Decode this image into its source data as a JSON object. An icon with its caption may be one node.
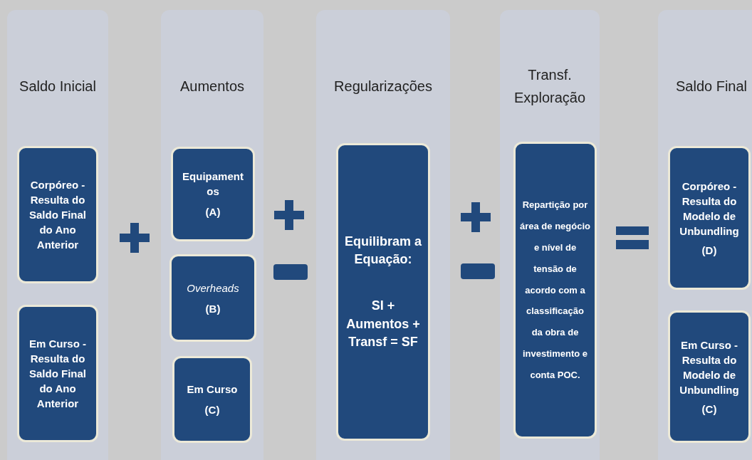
{
  "diagram": {
    "nodes": [
      {
        "text": [
          "Saldo Inicial"
        ]
      },
      {
        "text": [
          "Corpóreo - Resulta do Saldo Final do Ano Anterior"
        ],
        "in": 0
      },
      {
        "text": [
          "Em Curso - Resulta do Saldo Final do Ano Anterior"
        ],
        "in": 0
      },
      {
        "text": [
          "Aumentos"
        ]
      },
      {
        "text": [
          "Equipament os",
          "(A)"
        ],
        "in": 3
      },
      {
        "text": [
          "Overheads",
          "(B)"
        ],
        "in": 3
      },
      {
        "text": [
          "Em Curso",
          "(C)"
        ],
        "in": 3
      },
      {
        "text": [
          "Regularizações"
        ]
      },
      {
        "text": [
          "Equilibram a Equação:",
          "SI + Aumentos + Transf = SF"
        ],
        "in": 7
      },
      {
        "text": [
          "Transf. Exploração"
        ]
      },
      {
        "text": [
          "Repartição por área de negócio e nível de tensão de acordo com a classificação da obra de investimento e conta POC."
        ],
        "in": 9
      },
      {
        "text": [
          "Saldo Final"
        ]
      },
      {
        "text": [
          "Corpóreo - Resulta do Modelo de Unbundling",
          "(D)"
        ],
        "in": 11
      },
      {
        "text": [
          "Em Curso - Resulta do Modelo de Unbundling",
          "(C)"
        ],
        "in": 11
      }
    ]
  }
}
